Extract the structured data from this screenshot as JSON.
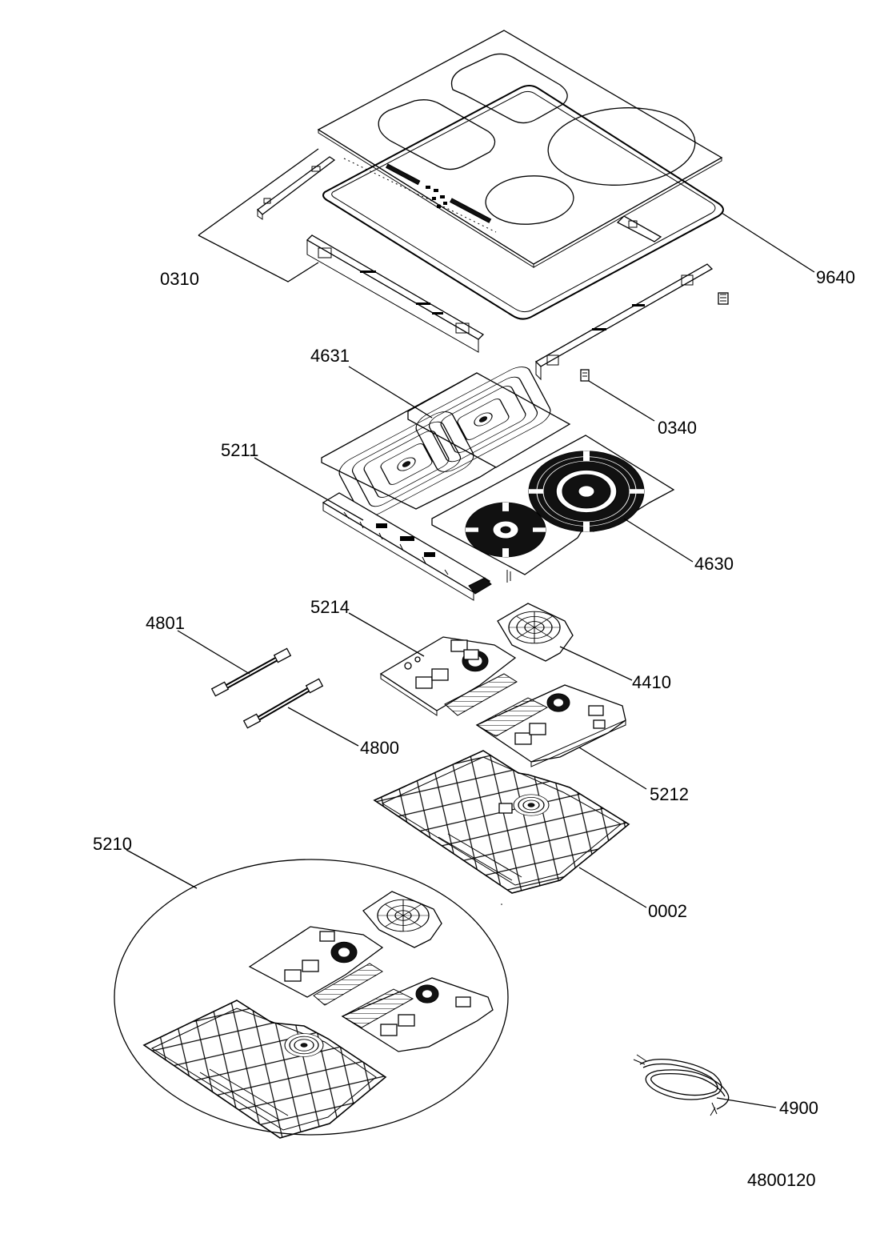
{
  "drawing_number": "4800120",
  "parts": [
    {
      "id": "ceramic-glass",
      "number": "9640"
    },
    {
      "id": "side-brackets",
      "number": "0310"
    },
    {
      "id": "clip",
      "number": "0340"
    },
    {
      "id": "coil-plate-rear",
      "number": "4631"
    },
    {
      "id": "coil-plate-front",
      "number": "4630"
    },
    {
      "id": "control-board",
      "number": "5211"
    },
    {
      "id": "power-board-left",
      "number": "5214"
    },
    {
      "id": "fan",
      "number": "4410"
    },
    {
      "id": "ribbon-cable-upper",
      "number": "4801"
    },
    {
      "id": "ribbon-cable-lower",
      "number": "4800"
    },
    {
      "id": "power-board-right",
      "number": "5212"
    },
    {
      "id": "bottom-housing",
      "number": "0002"
    },
    {
      "id": "electronic-assembly-kit",
      "number": "5210"
    },
    {
      "id": "power-cable",
      "number": "4900"
    }
  ]
}
